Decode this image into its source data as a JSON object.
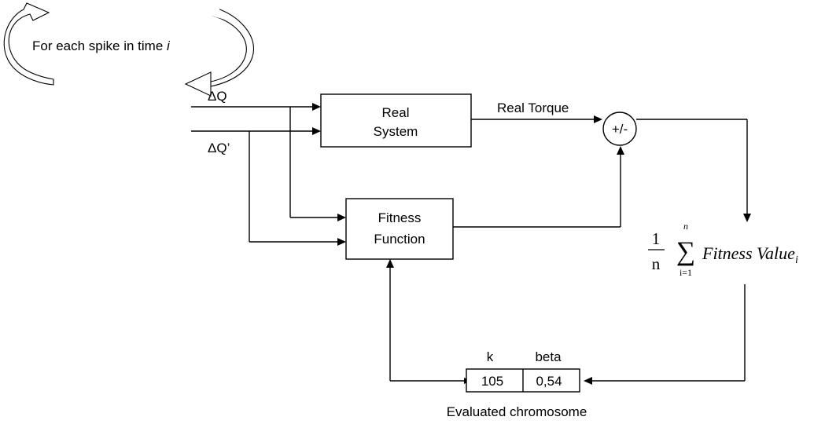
{
  "loop_label": {
    "text": "For each spike in time ",
    "var": "i"
  },
  "inputs": {
    "dq": "ΔQ",
    "dq_prime": "ΔQ’"
  },
  "blocks": {
    "real_system": {
      "line1": "Real",
      "line2": "System"
    },
    "fitness_function": {
      "line1": "Fitness",
      "line2": "Function"
    }
  },
  "signals": {
    "real_torque": "Real Torque"
  },
  "sum_junction": "+/-",
  "formula": {
    "numerator": "1",
    "denominator": "n",
    "sigma": "∑",
    "upper": "n",
    "lower": "i=1",
    "term": "Fitness Value",
    "subscript": "i"
  },
  "chromosome": {
    "headers": [
      "k",
      "beta"
    ],
    "values": [
      "105",
      "0,54"
    ],
    "caption": "Evaluated chromosome"
  }
}
